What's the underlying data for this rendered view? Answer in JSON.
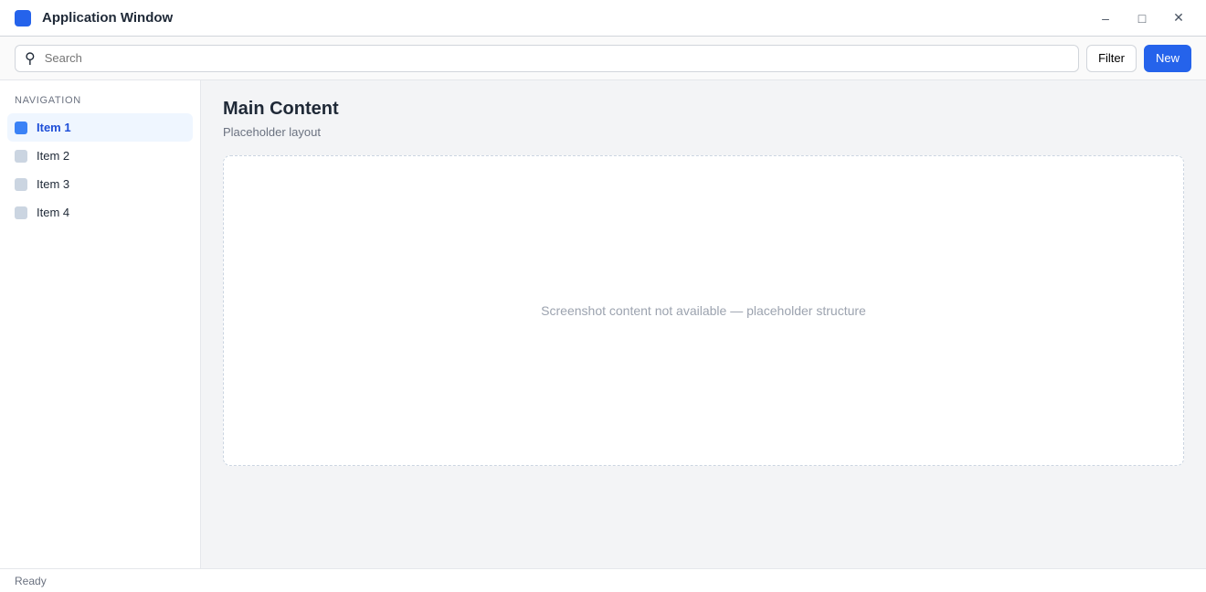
{
  "window": {
    "title": "Application Window"
  },
  "toolbar": {
    "search_placeholder": "Search",
    "primary_label": "New",
    "secondary_label": "Filter"
  },
  "sidebar": {
    "heading": "Navigation",
    "items": [
      {
        "label": "Item 1"
      },
      {
        "label": "Item 2"
      },
      {
        "label": "Item 3"
      },
      {
        "label": "Item 4"
      }
    ]
  },
  "main": {
    "title": "Main Content",
    "subtitle": "Placeholder layout",
    "placeholder_text": "Screenshot content not available — placeholder structure"
  },
  "status": {
    "text": "Ready"
  }
}
